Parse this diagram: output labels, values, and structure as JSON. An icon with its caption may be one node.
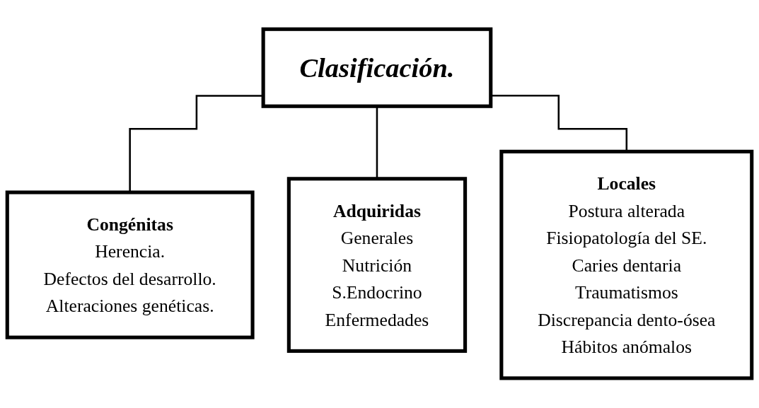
{
  "diagram": {
    "nodes": [
      {
        "text": [
          "Clasificación."
        ]
      },
      {
        "text": [
          "Congénitas",
          "Herencia.",
          "Defectos del desarrollo.",
          "Alteraciones genéticas."
        ]
      },
      {
        "text": [
          "Adquiridas",
          "Generales",
          "Nutrición",
          "S.Endocrino",
          "Enfermedades"
        ]
      },
      {
        "text": [
          "Locales",
          "Postura alterada",
          "Fisiopatología del SE.",
          "Caries dentaria",
          "Traumatismos",
          "Discrepancia dento-ósea",
          "Hábitos anómalos"
        ]
      }
    ],
    "edges": [
      {
        "from": 0,
        "to": 1,
        "arrow": "none"
      },
      {
        "from": 0,
        "to": 2,
        "arrow": "none"
      },
      {
        "from": 0,
        "to": 3,
        "arrow": "none"
      }
    ]
  }
}
